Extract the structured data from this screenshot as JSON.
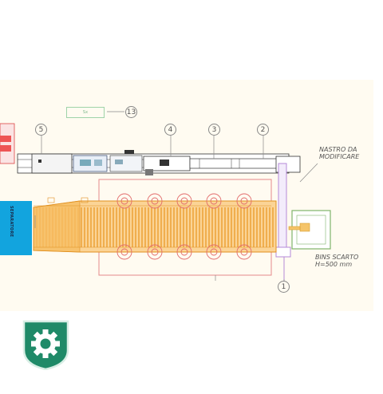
{
  "drawing": {
    "callouts": [
      "1",
      "2",
      "3",
      "4",
      "5",
      "13"
    ],
    "labels": {
      "conveyor_note_line1": "NASTRO DA",
      "conveyor_note_line2": "MODIFICARE",
      "bins_line1": "BINS SCARTO",
      "bins_line2": "H=500 mm",
      "separator": "SEPARATORE",
      "tag13": "Sx"
    },
    "colors": {
      "separator": "#12a4de",
      "orange": "#f5a63a",
      "purple": "#b48ad8",
      "green": "#7fb36b",
      "brand": "#1f8a68"
    }
  },
  "logo": {
    "icon": "gear-icon"
  }
}
